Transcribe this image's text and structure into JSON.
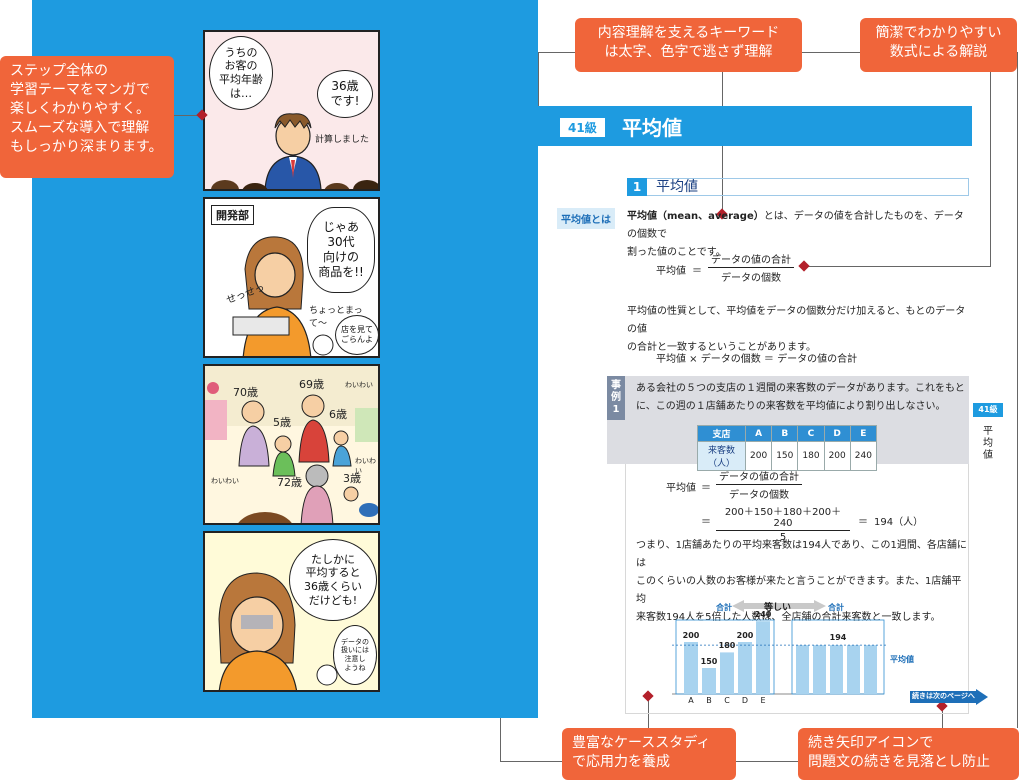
{
  "manga": {
    "panel1": {
      "bubble_left": "うちの\nお客の\n平均年齢\nは…",
      "bubble_right": "36歳\nです!",
      "caption": "計算しました"
    },
    "panel2": {
      "tag": "開発部",
      "bubble_main": "じゃあ\n30代\n向けの\n商品を!!",
      "sfx": "せっせっ",
      "side": "ちょっとまって〜",
      "bubble_small": "店を見て\nごらんよ"
    },
    "panel3": {
      "ages": [
        "70歳",
        "69歳",
        "5歳",
        "6歳",
        "72歳",
        "3歳"
      ],
      "wai1": "わいわい",
      "wai2": "わいわい",
      "wai3": "わいわい"
    },
    "panel4": {
      "bubble_main": "たしかに\n平均すると\n36歳くらい\nだけども!",
      "bubble_small": "データの\n扱いには\n注意し\nようね"
    }
  },
  "callouts": {
    "left": "ステップ全体の\n学習テーマをマンガで\n楽しくわかりやすく。\nスムーズな導入で理解\nもしっかり深まります。",
    "top_keyword": "内容理解を支えるキーワード\nは太字、色字で逃さず理解",
    "top_formula": "簡潔でわかりやすい\n数式による解説",
    "bottom_case": "豊富なケーススタディ\nで応用力を養成",
    "bottom_arrow": "続き矢印アイコンで\n問題文の続きを見落とし防止"
  },
  "lesson": {
    "number": "41級",
    "title": "平均値"
  },
  "section": {
    "number": "1",
    "title": "平均値"
  },
  "side_label": "平均値とは",
  "definition": {
    "term": "平均値（mean、average）",
    "line1_rest": "とは、データの値を合計したものを、データの個数で",
    "line2": "割った値のことです。"
  },
  "formula1": {
    "lhs": "平均値",
    "eq": "＝",
    "num": "データの値の合計",
    "den": "データの個数"
  },
  "property": {
    "line1": "平均値の性質として、平均値をデータの個数分だけ加えると、もとのデータの値",
    "line2": "の合計と一致するということがあります。"
  },
  "formula2": "平均値 × データの個数 ＝ データの値の合計",
  "example": {
    "badge": "事\n例\n1",
    "line1": "ある会社の５つの支店の１週間の来客数のデータがあります。これをもと",
    "line2": "に、この週の１店舗あたりの来客数を平均値により割り出しなさい。",
    "table": {
      "header_label": "支店",
      "row_label": "来客数（人）",
      "branches": [
        "A",
        "B",
        "C",
        "D",
        "E"
      ],
      "values": [
        "200",
        "150",
        "180",
        "200",
        "240"
      ]
    }
  },
  "solution": {
    "lhs": "平均値",
    "eq1": "＝",
    "num1": "データの値の合計",
    "den1": "データの個数",
    "eq2": "＝",
    "num2": "200＋150＋180＋200＋240",
    "den2": "5",
    "eq3": "＝",
    "result": "194（人）",
    "text1": "つまり、1店舗あたりの平均来客数は194人であり、この1週間、各店舗には",
    "text2": "このくらいの人数のお客様が来たと言うことができます。また、1店舗平均",
    "text3": "来客数194人を5倍した人数は、全店舗の合計来客数と一致します。"
  },
  "chart_data": {
    "type": "bar",
    "categories": [
      "A",
      "B",
      "C",
      "D",
      "E"
    ],
    "values": [
      200,
      150,
      180,
      200,
      240
    ],
    "mean_value": 194,
    "mean_label": "平均値",
    "sum_left": "合計",
    "sum_right": "合計",
    "equal_label": "等しい",
    "ylim": [
      100,
      250
    ]
  },
  "side_tab": {
    "num": "41級",
    "title": "平均値"
  },
  "continue_label": "続きは次のページへ",
  "colors": {
    "blue": "#1e9be0",
    "orange": "#f0653a",
    "bar": "#a8d3ef",
    "marker": "#b3202a"
  }
}
